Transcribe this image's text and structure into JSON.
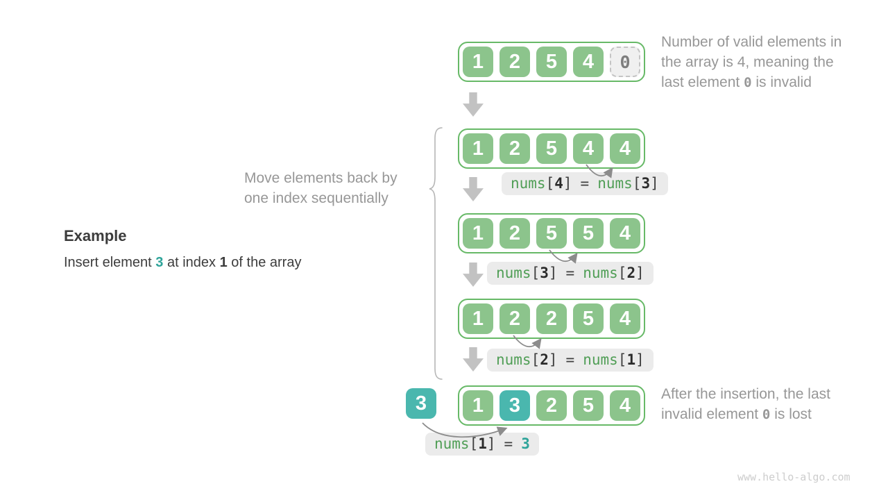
{
  "palette": {
    "cell_green": "#8cc48c",
    "cell_teal": "#4ab7ae",
    "box_border_green": "#67b967",
    "invalid_bg": "#f0f0f0",
    "label_bg": "#ebebeb",
    "code_green": "#509e56",
    "note_gray": "#979797",
    "arrow_gray": "#c2c2c2",
    "arc_gray": "#8c8c8c"
  },
  "example": {
    "heading": "Example",
    "pre": "Insert element ",
    "value": "3",
    "mid": " at index ",
    "index": "1",
    "post": " of the array"
  },
  "note_top": {
    "line1": "Number of valid elements in",
    "line2": "the array is 4, meaning the",
    "line3_pre": "last element ",
    "line3_code": "0",
    "line3_post": " is invalid"
  },
  "note_bottom": {
    "line1": "After the insertion, the last",
    "line2_pre": "invalid element ",
    "line2_code": "0",
    "line2_post": " is lost"
  },
  "move_note": {
    "line1": "Move elements back by",
    "line2": "one index sequentially"
  },
  "arrays": {
    "row1": {
      "cells": [
        {
          "v": "1",
          "variant": "green"
        },
        {
          "v": "2",
          "variant": "green"
        },
        {
          "v": "5",
          "variant": "green"
        },
        {
          "v": "4",
          "variant": "green"
        },
        {
          "v": "0",
          "variant": "invalid"
        }
      ]
    },
    "row2": {
      "cells": [
        {
          "v": "1",
          "variant": "green"
        },
        {
          "v": "2",
          "variant": "green"
        },
        {
          "v": "5",
          "variant": "green"
        },
        {
          "v": "4",
          "variant": "green"
        },
        {
          "v": "4",
          "variant": "green"
        }
      ]
    },
    "row3": {
      "cells": [
        {
          "v": "1",
          "variant": "green"
        },
        {
          "v": "2",
          "variant": "green"
        },
        {
          "v": "5",
          "variant": "green"
        },
        {
          "v": "5",
          "variant": "green"
        },
        {
          "v": "4",
          "variant": "green"
        }
      ]
    },
    "row4": {
      "cells": [
        {
          "v": "1",
          "variant": "green"
        },
        {
          "v": "2",
          "variant": "green"
        },
        {
          "v": "2",
          "variant": "green"
        },
        {
          "v": "5",
          "variant": "green"
        },
        {
          "v": "4",
          "variant": "green"
        }
      ]
    },
    "row5": {
      "cells": [
        {
          "v": "1",
          "variant": "green"
        },
        {
          "v": "3",
          "variant": "teal"
        },
        {
          "v": "2",
          "variant": "green"
        },
        {
          "v": "5",
          "variant": "green"
        },
        {
          "v": "4",
          "variant": "green"
        }
      ]
    },
    "inserted": {
      "v": "3",
      "variant": "teal"
    }
  },
  "code_labels": {
    "l1": {
      "fn_a": "nums",
      "open_a": "[",
      "idx_a": "4",
      "close_a": "]",
      "eq": "=",
      "fn_b": "nums",
      "open_b": "[",
      "idx_b": "3",
      "close_b": "]"
    },
    "l2": {
      "fn_a": "nums",
      "open_a": "[",
      "idx_a": "3",
      "close_a": "]",
      "eq": "=",
      "fn_b": "nums",
      "open_b": "[",
      "idx_b": "2",
      "close_b": "]"
    },
    "l3": {
      "fn_a": "nums",
      "open_a": "[",
      "idx_a": "2",
      "close_a": "]",
      "eq": "=",
      "fn_b": "nums",
      "open_b": "[",
      "idx_b": "1",
      "close_b": "]"
    },
    "l4": {
      "fn_a": "nums",
      "open_a": "[",
      "idx_a": "1",
      "close_a": "]",
      "eq": "=",
      "value": "3"
    }
  },
  "watermark": "www.hello-algo.com"
}
